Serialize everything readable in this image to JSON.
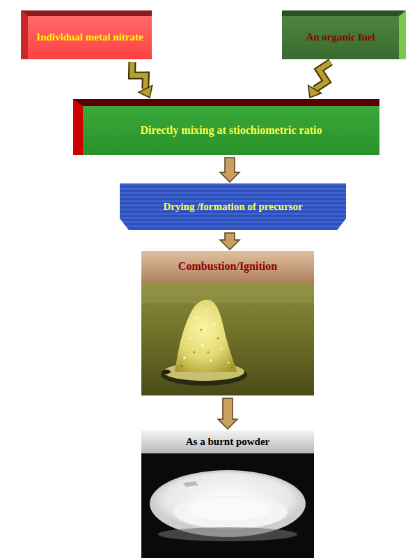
{
  "diagram": {
    "nodes": [
      {
        "text": [
          "Individual metal nitrate"
        ]
      },
      {
        "text": [
          "An organic fuel"
        ]
      },
      {
        "text": [
          "Directly mixing at stiochiometric ratio"
        ]
      },
      {
        "text": [
          "Drying /formation of precursor"
        ]
      },
      {
        "text": [
          "Combustion/Ignition"
        ]
      },
      {
        "text": [
          "As a burnt powder"
        ]
      }
    ],
    "edges": [
      {
        "from": 0,
        "to": 2,
        "arrow": "to"
      },
      {
        "from": 1,
        "to": 2,
        "arrow": "to"
      },
      {
        "from": 2,
        "to": 3,
        "arrow": "to"
      },
      {
        "from": 3,
        "to": 4,
        "arrow": "to"
      },
      {
        "from": 4,
        "to": 5,
        "arrow": "to"
      }
    ]
  }
}
